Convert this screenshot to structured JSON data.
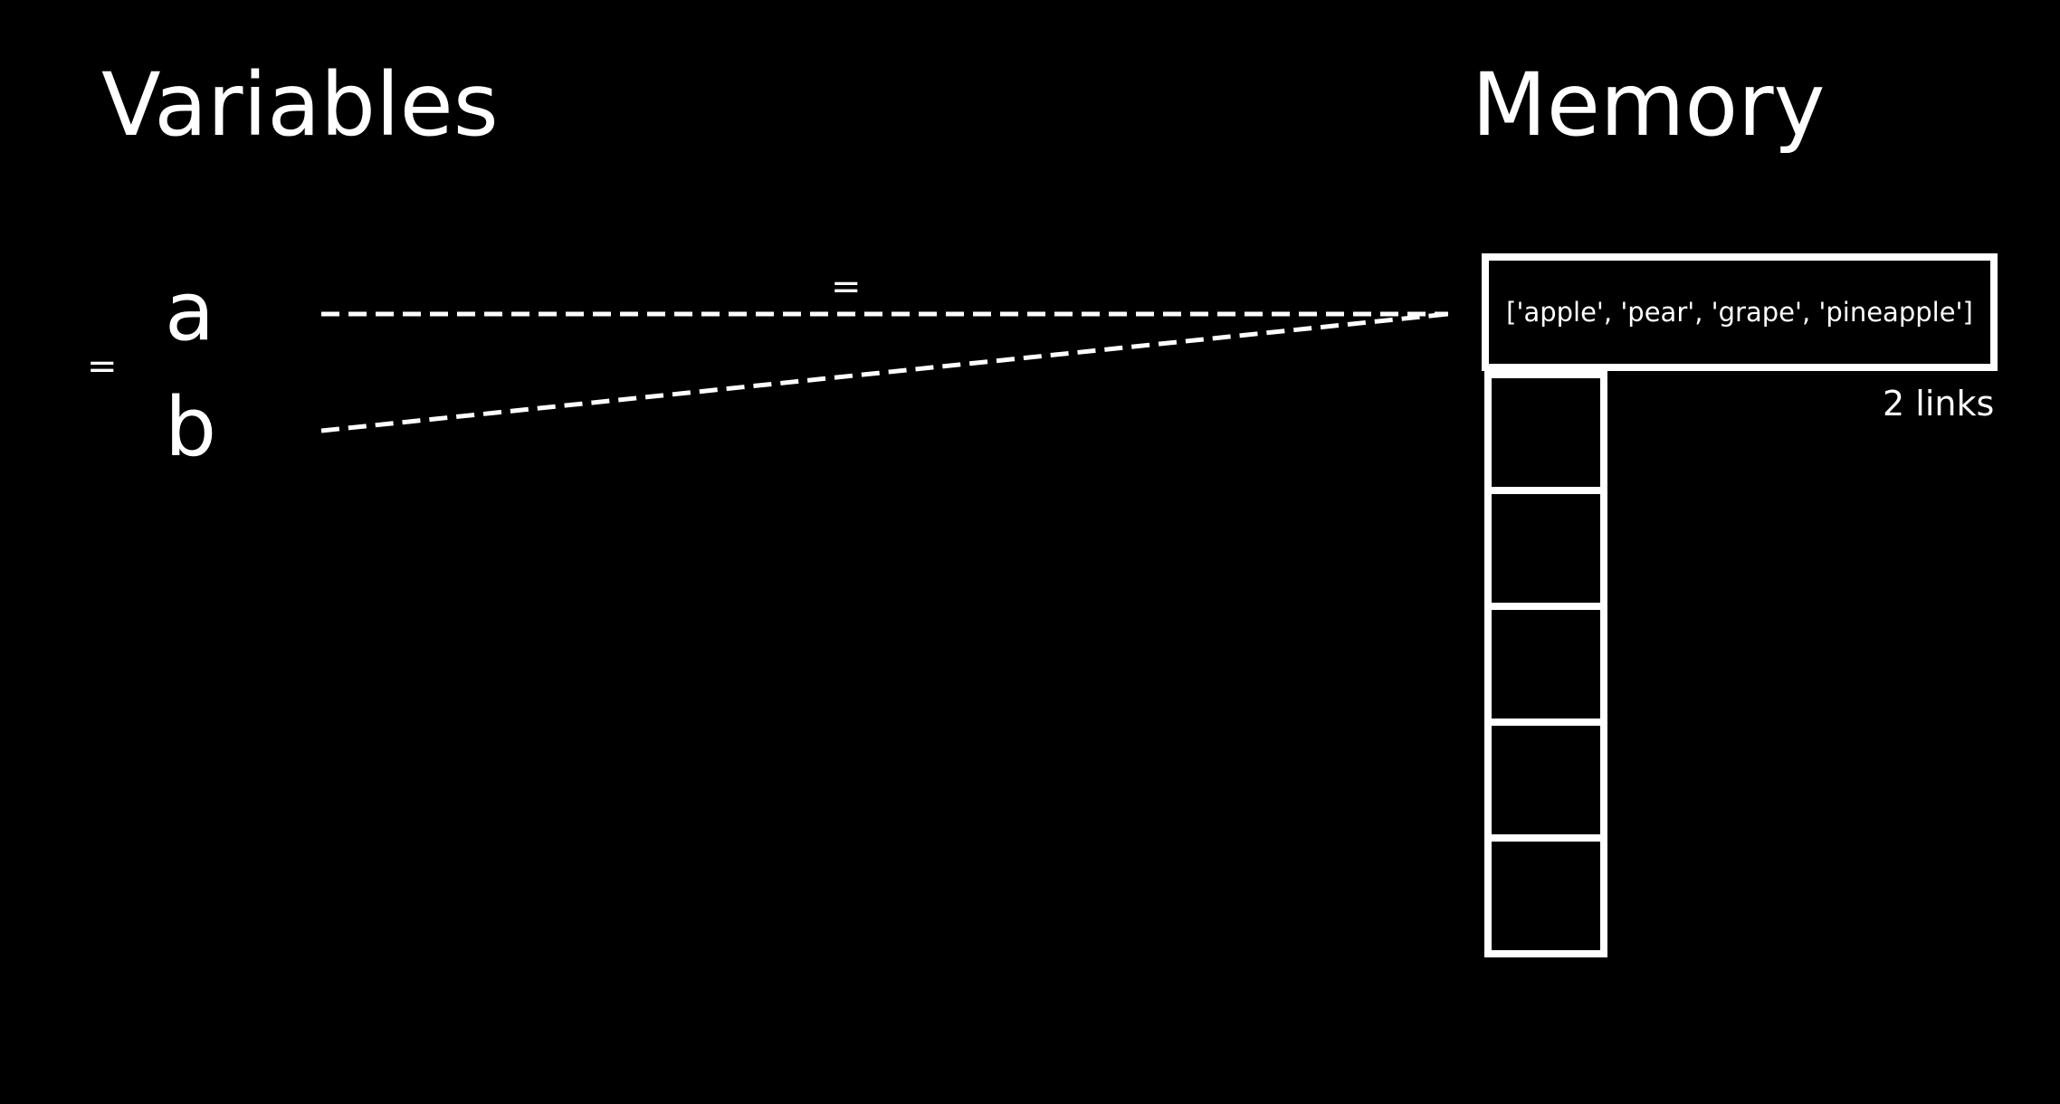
{
  "headings": {
    "variables": "Variables",
    "memory": "Memory"
  },
  "variables": [
    {
      "name": "a"
    },
    {
      "name": "b"
    }
  ],
  "assignment_signs": {
    "left": "=",
    "top": "="
  },
  "memory": {
    "object_value": "['apple', 'pear', 'grape', 'pineapple']",
    "reference_count": "2 links",
    "empty_cells": 5
  },
  "colors": {
    "background": "#000000",
    "foreground": "#ffffff"
  }
}
